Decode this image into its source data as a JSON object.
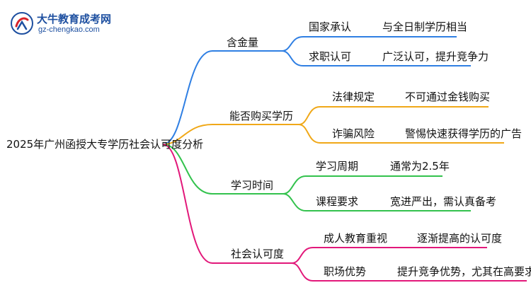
{
  "logo": {
    "brand": "大牛教育成考网",
    "site": "gz-chengkao.com"
  },
  "root": "2025年广州函授大专学历社会认可度分析",
  "branches": [
    {
      "label": "含金量",
      "color": "#2f7fe3",
      "items": [
        {
          "key": "国家承认",
          "value": "与全日制学历相当"
        },
        {
          "key": "求职认可",
          "value": "广泛认可，提升竞争力"
        }
      ]
    },
    {
      "label": "能否购买学历",
      "color": "#f0a818",
      "items": [
        {
          "key": "法律规定",
          "value": "不可通过金钱购买"
        },
        {
          "key": "诈骗风险",
          "value": "警惕快速获得学历的广告"
        }
      ]
    },
    {
      "label": "学习时间",
      "color": "#33c24d",
      "items": [
        {
          "key": "学习周期",
          "value": "通常为2.5年"
        },
        {
          "key": "课程要求",
          "value": "宽进严出，需认真备考"
        }
      ]
    },
    {
      "label": "社会认可度",
      "color": "#e2187a",
      "items": [
        {
          "key": "成人教育重视",
          "value": "逐渐提高的认可度"
        },
        {
          "key": "职场优势",
          "value": "提升竞争优势，尤其在高要求行业"
        }
      ]
    }
  ]
}
